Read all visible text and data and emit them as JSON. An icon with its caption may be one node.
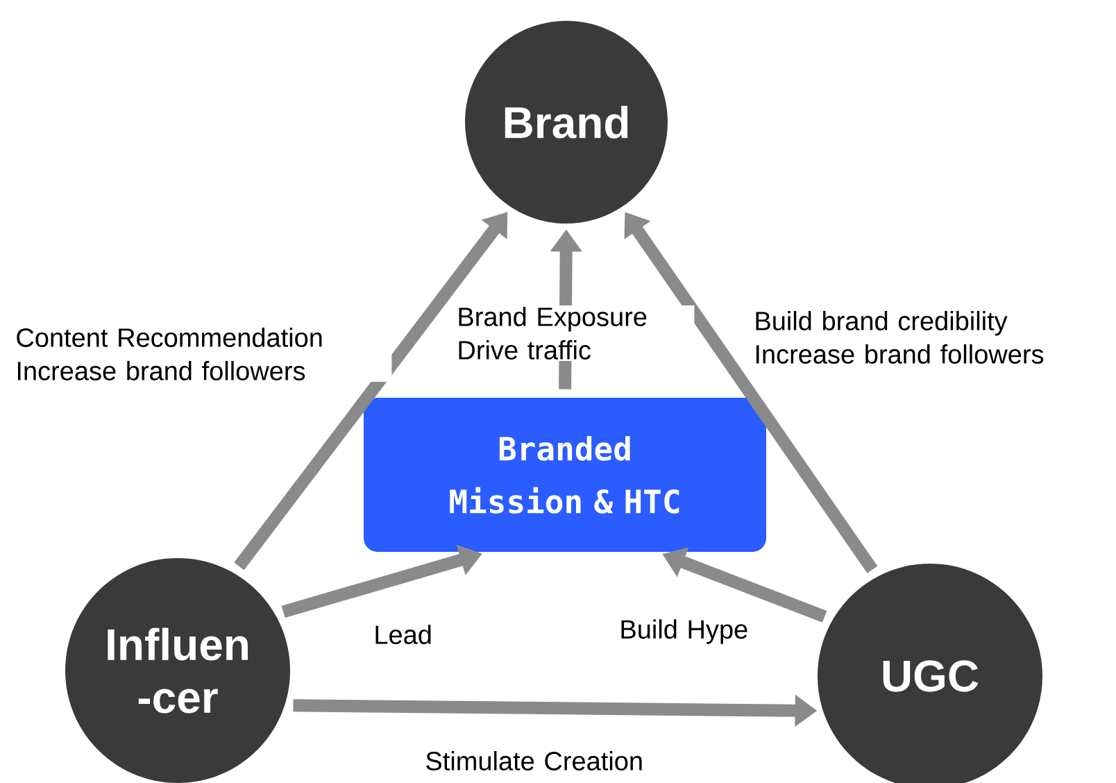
{
  "diagram": {
    "nodes": [
      {
        "text": [
          "Brand"
        ]
      },
      {
        "text": [
          "Branded Mission & HTC"
        ]
      },
      {
        "text": [
          "Influen -cer"
        ]
      },
      {
        "text": [
          "UGC"
        ]
      }
    ],
    "edges": [
      {
        "from": 2,
        "to": 0,
        "arrow": "to",
        "label": "Content Recommendation Increase brand followers"
      },
      {
        "from": 1,
        "to": 0,
        "arrow": "to",
        "label": "Brand Exposure Drive traffic"
      },
      {
        "from": 3,
        "to": 0,
        "arrow": "to",
        "label": "Build brand credibility Increase brand followers"
      },
      {
        "from": 2,
        "to": 1,
        "arrow": "to",
        "label": "Lead"
      },
      {
        "from": 3,
        "to": 1,
        "arrow": "to",
        "label": "Build Hype"
      },
      {
        "from": 2,
        "to": 3,
        "arrow": "to",
        "label": "Stimulate Creation"
      }
    ]
  }
}
